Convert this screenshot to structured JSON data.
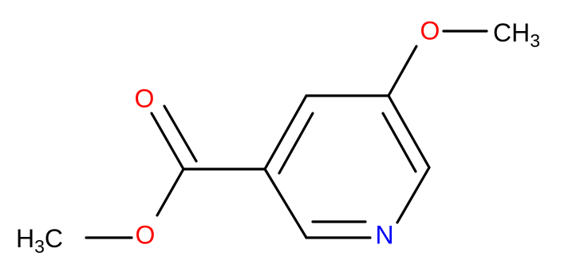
{
  "molecule": {
    "atoms": {
      "methoxy_oxygen": "O",
      "methoxy_methyl": "CH3",
      "carbonyl_oxygen": "O",
      "ester_oxygen": "O",
      "ester_methyl": "H3C",
      "ring_nitrogen": "N"
    },
    "colors": {
      "bond": "#000000",
      "carbon": "#000000",
      "oxygen": "#ff0000",
      "nitrogen": "#0000ff"
    }
  }
}
